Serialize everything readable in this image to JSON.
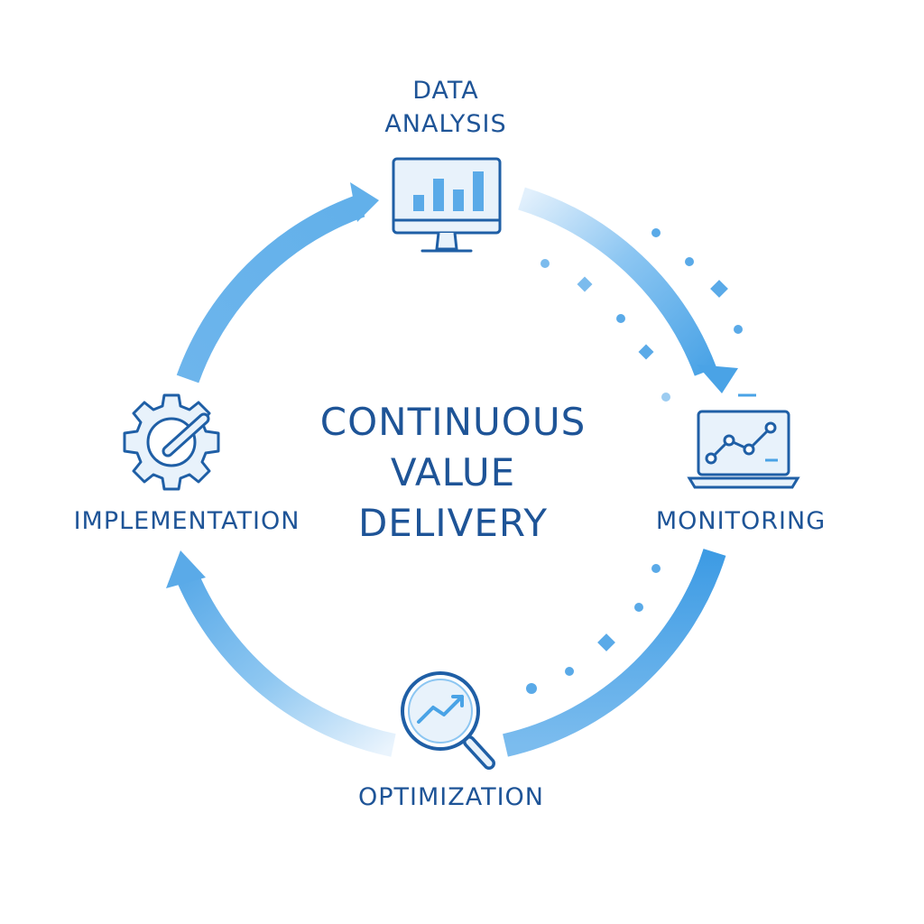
{
  "title": {
    "lines": [
      "CONTINUOUS",
      "VALUE",
      "DELIVERY"
    ]
  },
  "stages": {
    "data_analysis": {
      "label_lines": [
        "DATA",
        "ANALYSIS"
      ],
      "icon": "monitor-bar-chart-icon"
    },
    "monitoring": {
      "label": "MONITORING",
      "icon": "laptop-line-chart-icon"
    },
    "optimization": {
      "label": "OPTIMIZATION",
      "icon": "magnifier-trend-icon"
    },
    "implementation": {
      "label": "IMPLEMENTATION",
      "icon": "gear-wrench-icon"
    }
  },
  "colors": {
    "text": "#1e5497",
    "icon_stroke": "#1f5fa6",
    "arrow": "#5aaae8",
    "icon_fill": "#e8f2fb",
    "accent": "#4aa3e6"
  }
}
